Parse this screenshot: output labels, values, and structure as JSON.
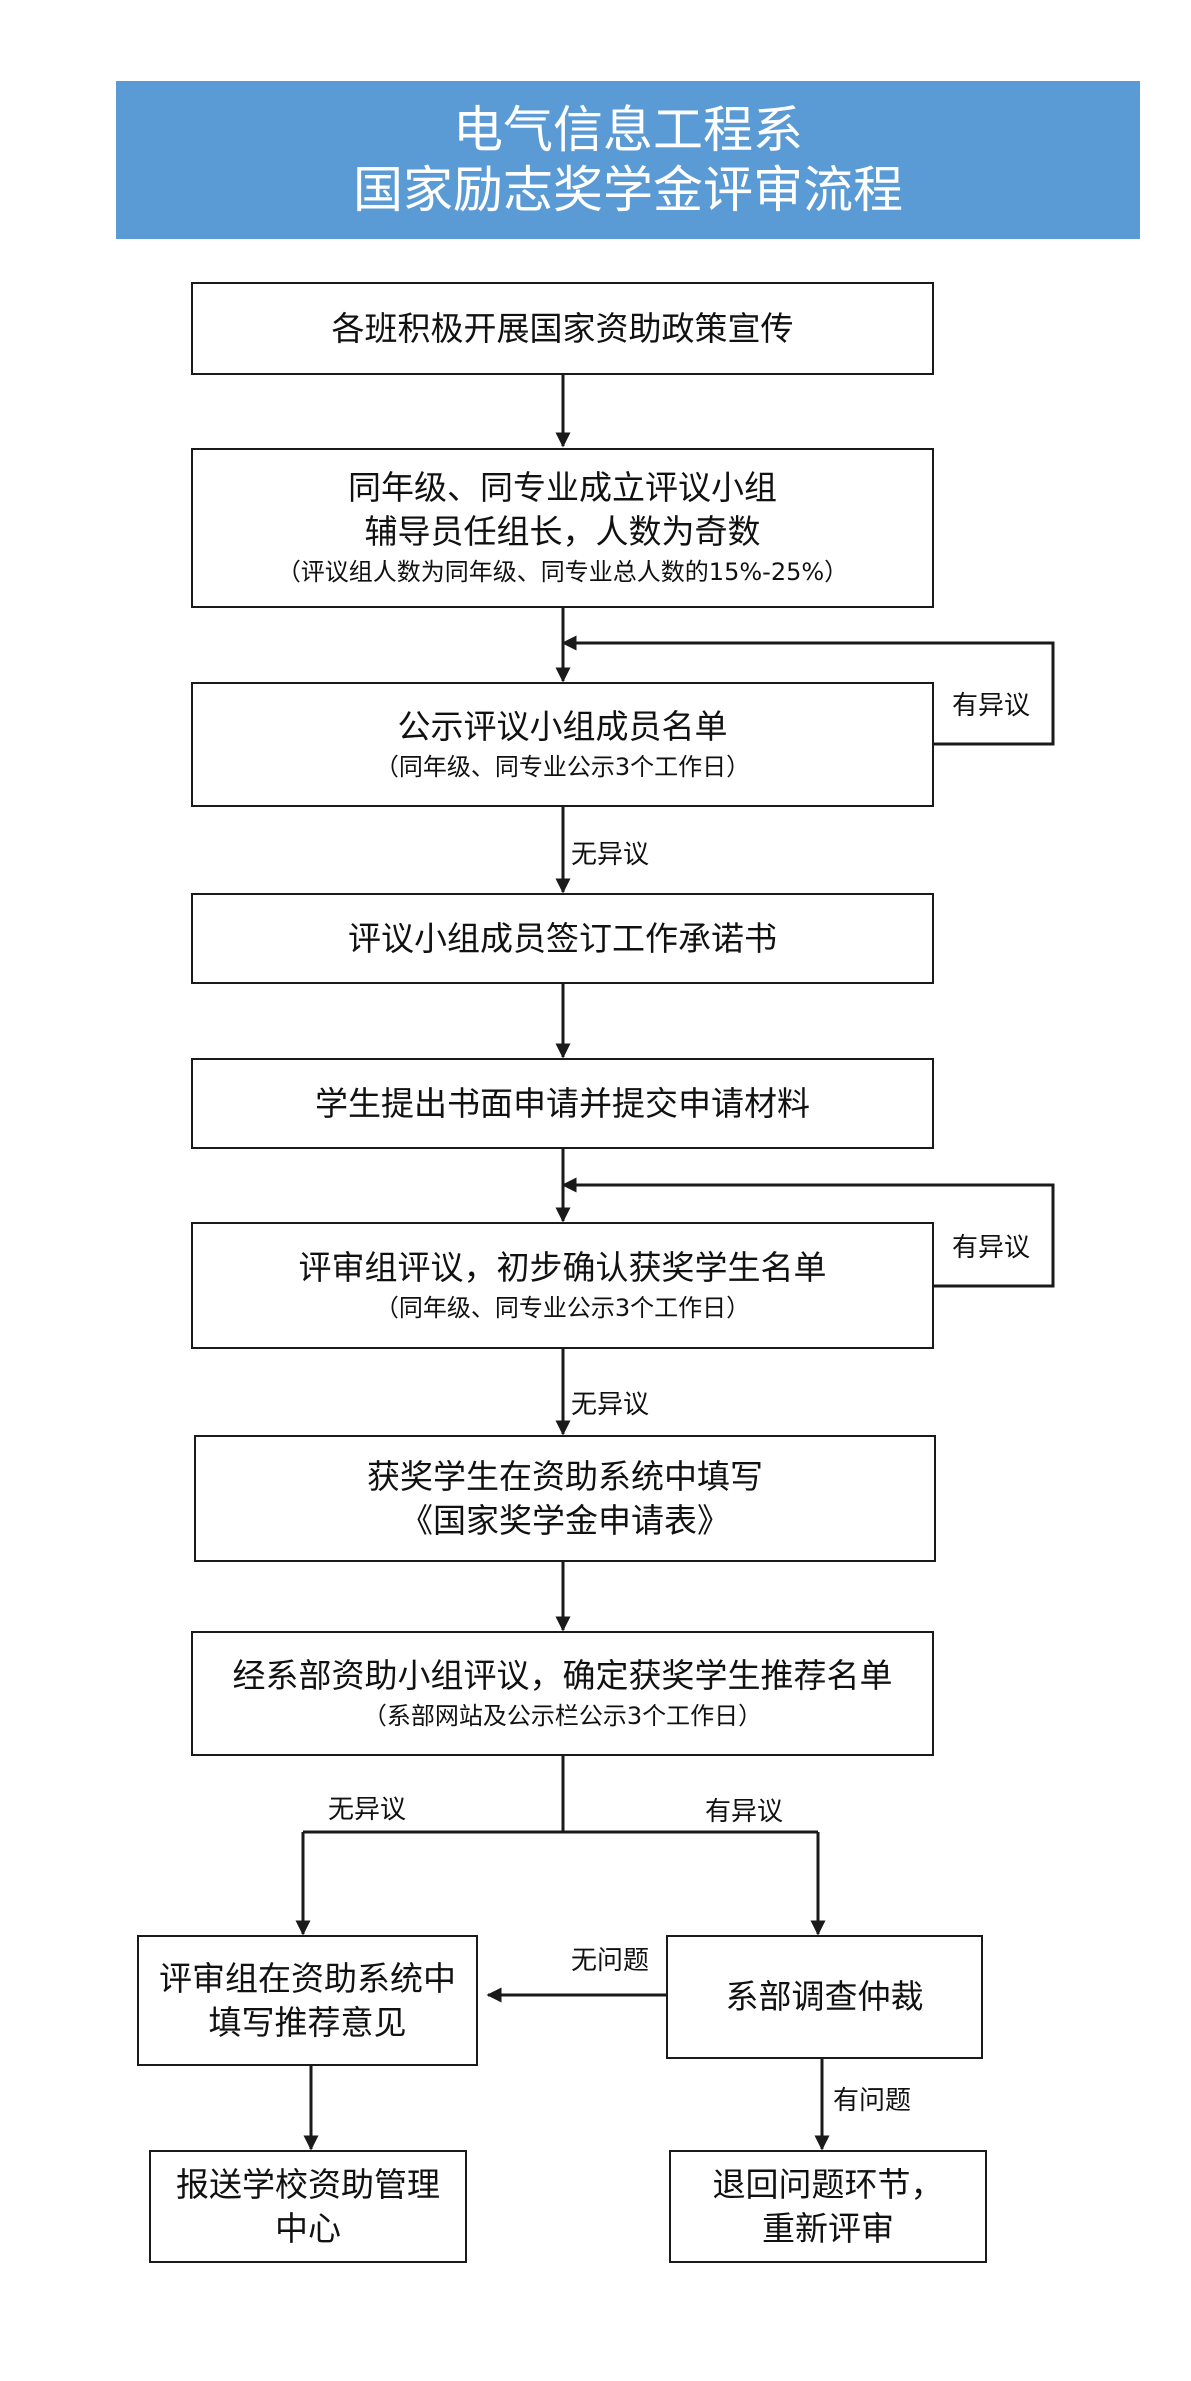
{
  "header": {
    "title_line1": "电气信息工程系",
    "title_line2": "国家励志奖学金评审流程"
  },
  "steps": {
    "publicity": {
      "line1": "各班积极开展国家资助政策宣传"
    },
    "panel_setup": {
      "line1": "同年级、同专业成立评议小组",
      "line2": "辅导员任组长，人数为奇数",
      "note": "（评议组人数为同年级、同专业总人数的15%-25%）"
    },
    "panel_list": {
      "line1": "公示评议小组成员名单",
      "note": "（同年级、同专业公示3个工作日）"
    },
    "pledge": {
      "line1": "评议小组成员签订工作承诺书"
    },
    "application": {
      "line1": "学生提出书面申请并提交申请材料"
    },
    "initial_review": {
      "line1": "评审组评议，初步确认获奖学生名单",
      "note": "（同年级、同专业公示3个工作日）"
    },
    "fill_form": {
      "line1": "获奖学生在资助系统中填写",
      "line2": "《国家奖学金申请表》"
    },
    "dept_review": {
      "line1": "经系部资助小组评议，确定获奖学生推荐名单",
      "note": "（系部网站及公示栏公示3个工作日）"
    },
    "recommend": {
      "line1": "评审组在资助系统中",
      "line2": "填写推荐意见"
    },
    "arbitration": {
      "line1": "系部调查仲裁"
    },
    "submit": {
      "line1": "报送学校资助管理",
      "line2": "中心"
    },
    "return": {
      "line1": "退回问题环节，",
      "line2": "重新评审"
    }
  },
  "edge_labels": {
    "objection_1": "有异议",
    "no_objection_1": "无异议",
    "objection_2": "有异议",
    "no_objection_2": "无异议",
    "no_objection_3": "无异议",
    "objection_3": "有异议",
    "no_problem": "无问题",
    "has_problem": "有问题"
  },
  "colors": {
    "banner": "#5b9bd5",
    "banner_text": "#ffffff",
    "line": "#1a1a1a"
  }
}
